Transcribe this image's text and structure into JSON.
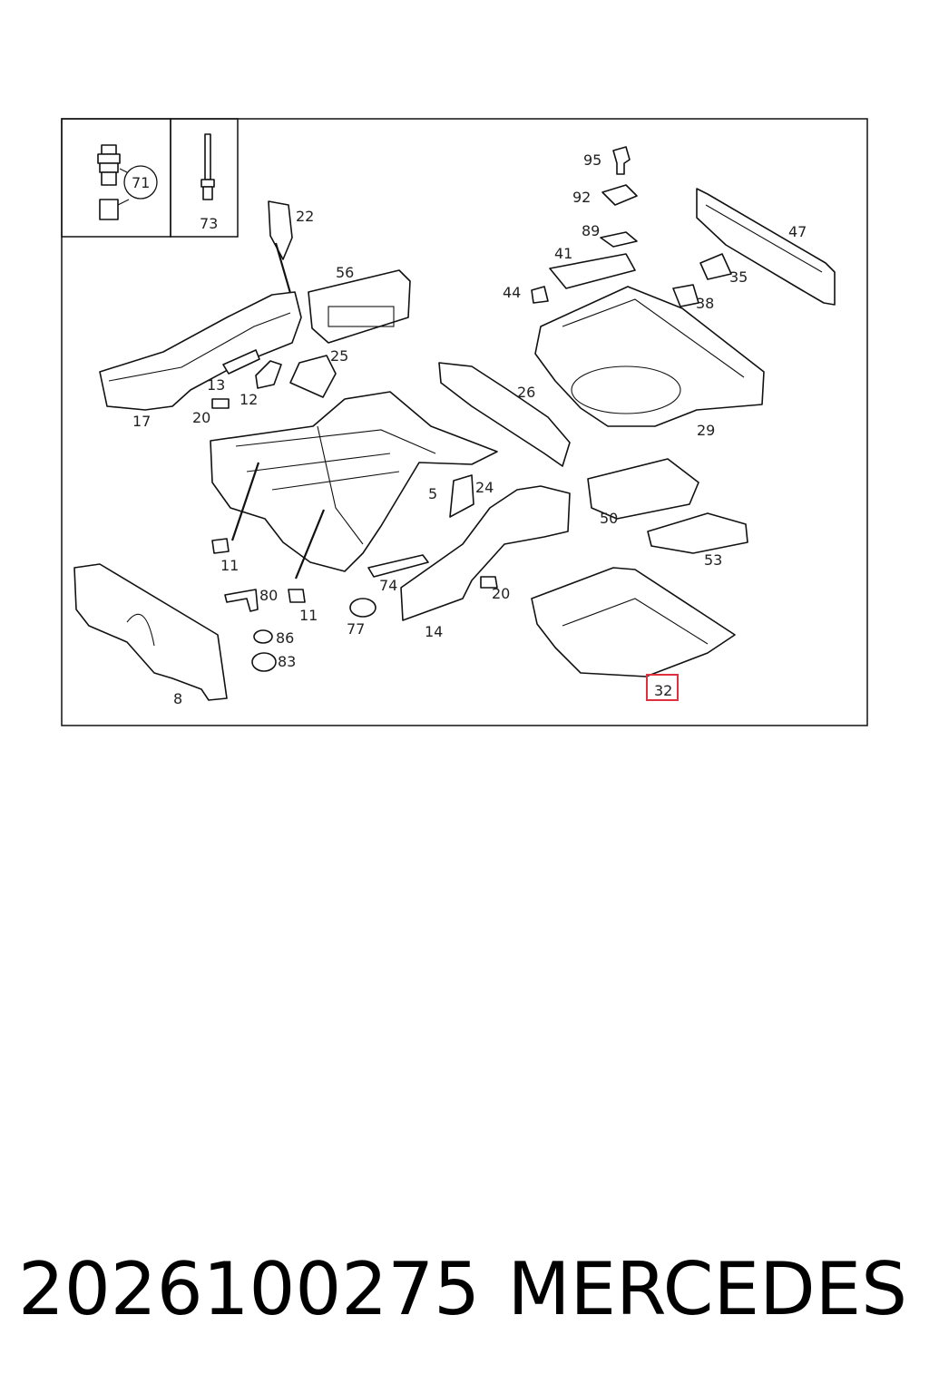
{
  "footer": {
    "part_number": "2026100275",
    "brand": "MERCEDES"
  },
  "diagram": {
    "highlight_color": "#e03040",
    "highlighted_callout": "32",
    "inset_callouts": [
      "71",
      "73"
    ],
    "callouts": [
      "22",
      "56",
      "25",
      "13",
      "12",
      "17",
      "20",
      "11",
      "11",
      "80",
      "86",
      "83",
      "8",
      "5",
      "24",
      "74",
      "77",
      "14",
      "20",
      "26",
      "95",
      "92",
      "89",
      "41",
      "44",
      "38",
      "35",
      "47",
      "29",
      "50",
      "53",
      "32"
    ]
  }
}
